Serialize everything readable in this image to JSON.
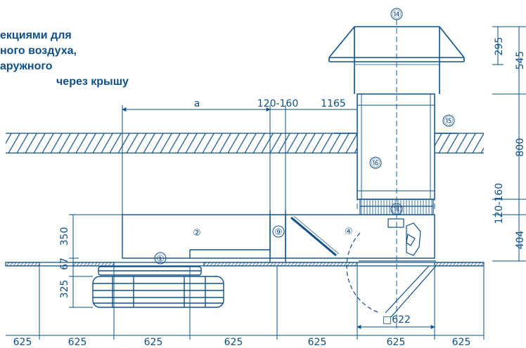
{
  "caption": {
    "lines": [
      "екциями для",
      "ного воздуха,",
      "аружного",
      " через крышу"
    ]
  },
  "colors": {
    "line": "#0e4f8a",
    "background": "#ffffff"
  },
  "dimensions": {
    "a": "a",
    "gap": "120-160",
    "roof_width": "1165",
    "hood_top": "295",
    "hood_total": "545",
    "roof_duct": "800",
    "roof_gap": "120-160",
    "unit_height_right": "404",
    "unit_height_left": "350",
    "ceiling": "67",
    "diffuser": "325",
    "bottom_square": "□622",
    "grid": [
      "625",
      "625",
      "625",
      "625",
      "625",
      "625",
      "625"
    ]
  },
  "callouts": {
    "c1": "①",
    "c2": "②",
    "c9": "⑨",
    "c4": "④",
    "c13": "⑬",
    "c14": "⑭",
    "c15": "⑮",
    "c16": "⑯"
  }
}
